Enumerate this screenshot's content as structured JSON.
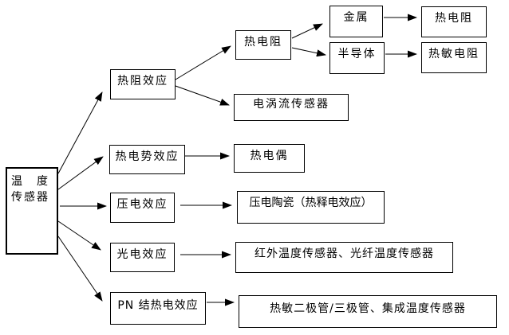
{
  "diagram": {
    "nodes": {
      "root_line1": "温　度",
      "root_line2": "传感器",
      "thermal_resistance_effect": "热阻效应",
      "thermal_resistor_mid": "热电阻",
      "metal": "金属",
      "thermal_resistor_rtd": "热电阻",
      "semiconductor": "半导体",
      "thermistor": "热敏电阻",
      "eddy_current_sensor": "电涡流传感器",
      "thermoelectric_potential_effect": "热电势效应",
      "thermocouple": "热电偶",
      "piezoelectric_effect": "压电效应",
      "piezoelectric_ceramic": "压电陶瓷（热释电效应）",
      "photoelectric_effect": "光电效应",
      "infrared_fiber_sensors": "红外温度传感器、光纤温度传感器",
      "pn_junction_thermal_effect": "PN 结热电效应",
      "thermal_diode_integrated": "热敏二极管/三极管、集成温度传感器"
    },
    "edges": [
      {
        "from": "root",
        "to": "thermal_resistance_effect"
      },
      {
        "from": "root",
        "to": "thermoelectric_potential_effect"
      },
      {
        "from": "root",
        "to": "piezoelectric_effect"
      },
      {
        "from": "root",
        "to": "photoelectric_effect"
      },
      {
        "from": "root",
        "to": "pn_junction_thermal_effect"
      },
      {
        "from": "thermal_resistance_effect",
        "to": "thermal_resistor_mid"
      },
      {
        "from": "thermal_resistance_effect",
        "to": "eddy_current_sensor"
      },
      {
        "from": "thermal_resistor_mid",
        "to": "metal"
      },
      {
        "from": "thermal_resistor_mid",
        "to": "semiconductor"
      },
      {
        "from": "metal",
        "to": "thermal_resistor_rtd"
      },
      {
        "from": "semiconductor",
        "to": "thermistor"
      },
      {
        "from": "thermoelectric_potential_effect",
        "to": "thermocouple"
      },
      {
        "from": "piezoelectric_effect",
        "to": "piezoelectric_ceramic"
      },
      {
        "from": "photoelectric_effect",
        "to": "infrared_fiber_sensors"
      },
      {
        "from": "pn_junction_thermal_effect",
        "to": "thermal_diode_integrated"
      }
    ],
    "colors": {
      "background": "#ffffff",
      "line": "#000000",
      "box_border": "#000000",
      "text": "#000000"
    }
  }
}
